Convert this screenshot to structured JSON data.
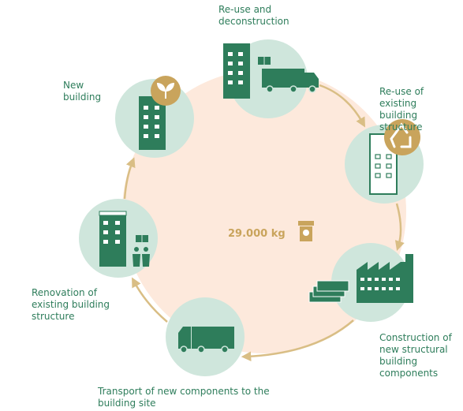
{
  "diagram": {
    "center_value": "29.000 kg",
    "stages": [
      {
        "id": "reuse-deconstruction",
        "label": "Re-use and\ndeconstruction"
      },
      {
        "id": "reuse-existing-structure",
        "label": "Re-use of existing\nbuilding structure"
      },
      {
        "id": "construction-components",
        "label": "Construction of\nnew structural\nbuilding\ncomponents"
      },
      {
        "id": "transport-components",
        "label": "Transport of new components to the\nbuilding site"
      },
      {
        "id": "renovation",
        "label": "Renovation of\nexisting building\nstructure"
      },
      {
        "id": "new-building",
        "label": "New\nbuilding"
      }
    ],
    "icons": [
      "leaf-icon",
      "recycle-icon",
      "factory-icon",
      "truck-icon",
      "building-icon",
      "people-icon",
      "weight-icon"
    ],
    "colors": {
      "green_dark": "#2e7d5b",
      "green_light": "#cfe6dc",
      "peach": "#fce9dc",
      "gold": "#c9a45c"
    }
  }
}
